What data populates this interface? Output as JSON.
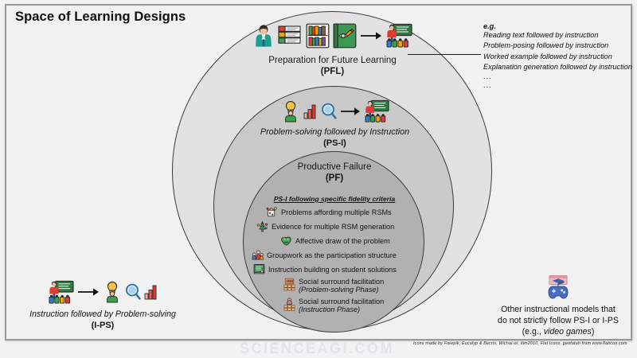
{
  "slide": {
    "title": "Space of Learning Designs",
    "attribution": "Icons made by Freepik, Eucalyp & Becris, Wichai.wi, itim2010, Flat Icons, geotatah from www.flaticon.com",
    "watermark": "SCIENCEAGI.COM"
  },
  "colors": {
    "background": "#f1f1f1",
    "outer_circle": "#e2e2e2",
    "middle_circle": "#c9c9c9",
    "inner_circle": "#b1b1b1",
    "circle_stroke": "#3b3b3b",
    "text": "#141414"
  },
  "circles": {
    "outer": {
      "label": "Preparation for Future Learning",
      "abbr": "(PFL)",
      "icons": [
        "student-icon",
        "books-stack-icon",
        "bookshelf-icon",
        "reading-book-icon",
        "arrow-right-icon",
        "teacher-classroom-icon"
      ]
    },
    "middle": {
      "label": "Problem-solving followed by Instruction",
      "abbr": "(PS-I)",
      "icons": [
        "idea-person-icon",
        "bar-chart-icon",
        "magnifier-icon",
        "arrow-right-icon",
        "teacher-classroom-icon"
      ]
    },
    "inner": {
      "label": "Productive Failure",
      "abbr": "(PF)",
      "criteria_heading": "PS-I following specific fidelity criteria",
      "criteria": [
        {
          "icon": "dice-problem-icon",
          "text": "Problems affording multiple RSMs"
        },
        {
          "icon": "idea-tree-icon",
          "text": "Evidence for multiple RSM generation"
        },
        {
          "icon": "heart-brain-icon",
          "text": "Affective draw of the problem"
        },
        {
          "icon": "group-people-icon",
          "text": "Groupwork as the participation structure"
        },
        {
          "icon": "chalkboard-icon",
          "text": "Instruction building on student solutions"
        },
        {
          "icon": "classroom-seats-icon",
          "text": "Social surround facilitation",
          "subtext": "(Problem-solving Phase)"
        },
        {
          "icon": "teacher-seats-icon",
          "text": "Social surround facilitation",
          "subtext": "(Instruction Phase)"
        }
      ]
    }
  },
  "examples": {
    "heading": "e.g.",
    "lines": [
      "Reading text followed by instruction",
      "Problem-posing followed by instruction",
      "Worked example followed by instruction",
      "Explanation generation followed by instruction"
    ],
    "ellipses": [
      "...",
      "..."
    ]
  },
  "left_callout": {
    "label": "Instruction followed by Problem-solving",
    "abbr": "(I-PS)",
    "icons": [
      "teacher-classroom-icon",
      "arrow-right-icon",
      "idea-person-icon",
      "magnifier-icon",
      "bar-chart-icon"
    ]
  },
  "right_callout": {
    "icon": "video-game-graduation-icon",
    "line1": "Other instructional models that",
    "line2": "do not strictly follow PS-I or I-PS",
    "line3_prefix": "(e.g., ",
    "line3_italic": "video games",
    "line3_suffix": ")"
  }
}
